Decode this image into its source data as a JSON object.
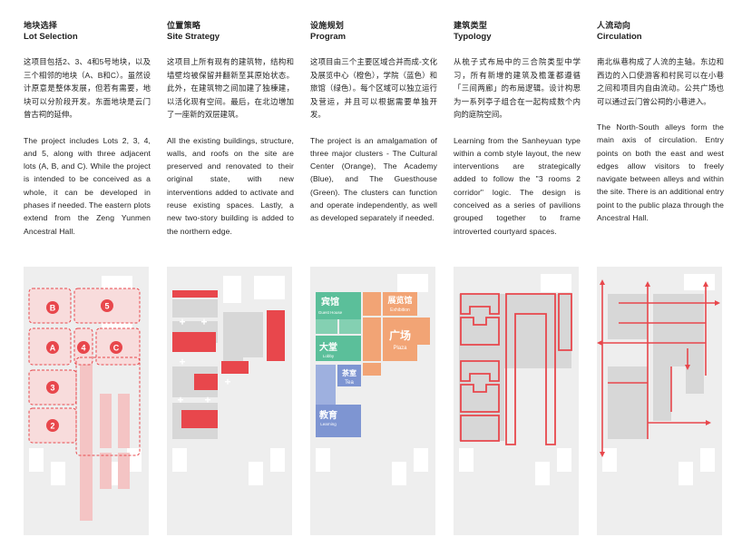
{
  "columns": [
    {
      "title_cn": "地块选择",
      "title_en": "Lot Selection",
      "body_cn": "这项目包括2、3、4和5号地块，以及三个相邻的地块（A、B和C）。虽然设计原意是整体发展，但若有需要，地块可以分阶段开发。东面地块是云门曾古祠的延伸。",
      "body_en": "The project includes Lots 2, 3, 4, and 5, along with three adjacent lots (A, B, and C). While the project is intended to be conceived as a whole, it can be developed in phases if needed. The eastern plots extend from the Zeng Yunmen Ancestral Hall."
    },
    {
      "title_cn": "位置策略",
      "title_en": "Site Strategy",
      "body_cn": "这项目上所有现有的建筑物，结构和墙壁均被保留并翻新至其原始状态。此外，在建筑物之间加建了独棟建，以活化现有空间。最后，在北边増加了一座新的双层建筑。",
      "body_en": "All the existing buildings, structure, walls, and roofs on the site are preserved and renovated to their original state, with new interventions added to activate and reuse existing spaces. Lastly, a new two-story building is added to the northern edge."
    },
    {
      "title_cn": "设施规划",
      "title_en": "Program",
      "body_cn": "这项目由三个主要区域合并而成-文化及展览中心（橙色），学院（蓝色）和旅馆（绿色）。每个区域可以独立运行及营运，并且可以根据需要单独开发。",
      "body_en": "The project is an amalgamation of three major clusters - The Cultural Center (Orange), The Academy (Blue), and The Guesthouse (Green). The clusters can function and operate independently, as well as developed separately if needed."
    },
    {
      "title_cn": "建筑类型",
      "title_en": "Typology",
      "body_cn": "从梳子式布局中的三合院类型中学习，所有新增的建筑及檐蓬都遵循「三间两廊」的布局逻辑。设计构思为一系列亭子组合在一起构成数个内向的庭院空间。",
      "body_en": "Learning from the Sanheyuan type within a comb style layout, the new interventions are strategically added to follow the \"3 rooms 2 corridor\" logic. The design is conceived as a series of pavilions grouped together to frame introverted courtyard spaces."
    },
    {
      "title_cn": "人流动向",
      "title_en": "Circulation",
      "body_cn": "南北纵巷构成了人流的主轴。东边和西边的入口使游客和村民可以在小巷之间和项目内自由流动。公共广场也可以通过云门曾公祠的小巷进入。",
      "body_en": "The North-South alleys form the main axis of circulation. Entry points on both the east and west edges allow visitors to freely navigate between alleys and within the site. There is an additional entry point to the public plaza through the Ancestral Hall."
    }
  ],
  "lot_labels": [
    "B",
    "5",
    "A",
    "4",
    "C",
    "3",
    "2"
  ],
  "program_labels": {
    "guesthouse_cn": "宾馆",
    "guesthouse_en": "Guest House",
    "lobby_cn": "大堂",
    "lobby_en": "Lobby",
    "teahouse_cn": "茶室",
    "teahouse_en": "Tea",
    "education_cn": "教育",
    "education_en": "Learning",
    "exhibition_cn": "展览馆",
    "exhibition_en": "Exhibition",
    "plaza_cn": "广场",
    "plaza_en": "Plaza"
  },
  "colors": {
    "red": "#e8474c",
    "pink": "#f4c4c4",
    "green": "#5bbf9a",
    "blue": "#7e95d2",
    "orange": "#f2a475",
    "grey_block": "#d7d7d7",
    "panel_bg": "#eeeeee"
  }
}
